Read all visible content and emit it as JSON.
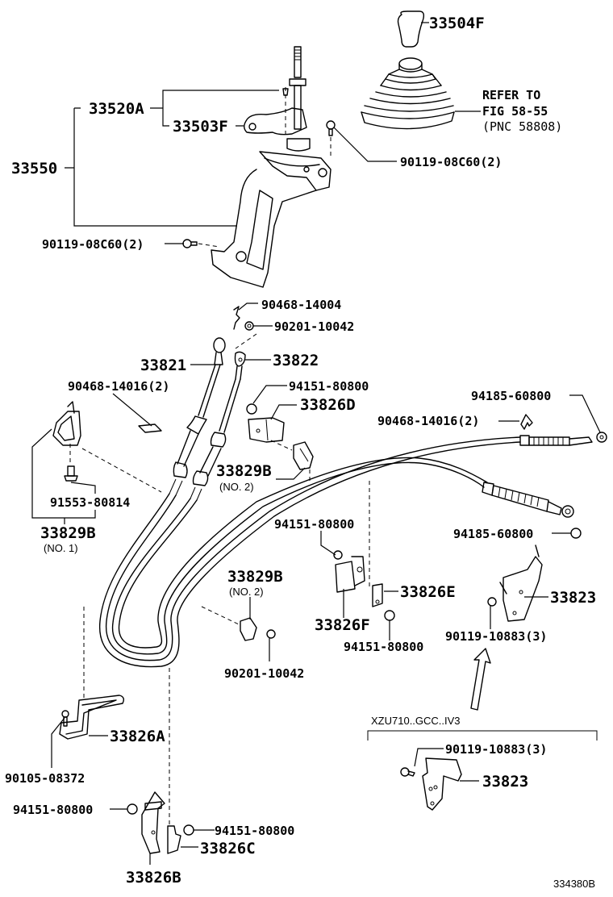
{
  "diagram": {
    "figure_id": "334380B",
    "variant_note": "XZU710..GCC..IV3",
    "reference_note": {
      "line1": "REFER TO",
      "line2": "FIG 58-55",
      "line3": "(PNC 58808)"
    },
    "callouts": {
      "c33504F": "33504F",
      "c33520A": "33520A",
      "c33503F": "33503F",
      "c33550": "33550",
      "c90119_08C60_top": "90119-08C60(2)",
      "c90119_08C60_left": "90119-08C60(2)",
      "c90468_14004": "90468-14004",
      "c90201_10042_top": "90201-10042",
      "c33821": "33821",
      "c33822": "33822",
      "c90468_14016_left": "90468-14016(2)",
      "c94151_80800_a": "94151-80800",
      "c33826D": "33826D",
      "c94185_60800_top": "94185-60800",
      "c90468_14016_right": "90468-14016(2)",
      "c33829B_no2_top": "33829B",
      "c33829B_no2_top_sub": "(NO. 2)",
      "c91553_80814": "91553-80814",
      "c33829B_no1": "33829B",
      "c33829B_no1_sub": "(NO. 1)",
      "c94151_80800_b": "94151-80800",
      "c94185_60800_mid": "94185-60800",
      "c33829B_no2_mid": "33829B",
      "c33829B_no2_mid_sub": "(NO. 2)",
      "c33826E": "33826E",
      "c33823_top": "33823",
      "c33826F": "33826F",
      "c90119_10883_top": "90119-10883(3)",
      "c94151_80800_c": "94151-80800",
      "c90201_10042_mid": "90201-10042",
      "c33826A": "33826A",
      "c90105_08372": "90105-08372",
      "c90119_10883_bottom": "90119-10883(3)",
      "c33823_bottom": "33823",
      "c94151_80800_d": "94151-80800",
      "c94151_80800_e": "94151-80800",
      "c33826C": "33826C",
      "c33826B": "33826B"
    }
  }
}
